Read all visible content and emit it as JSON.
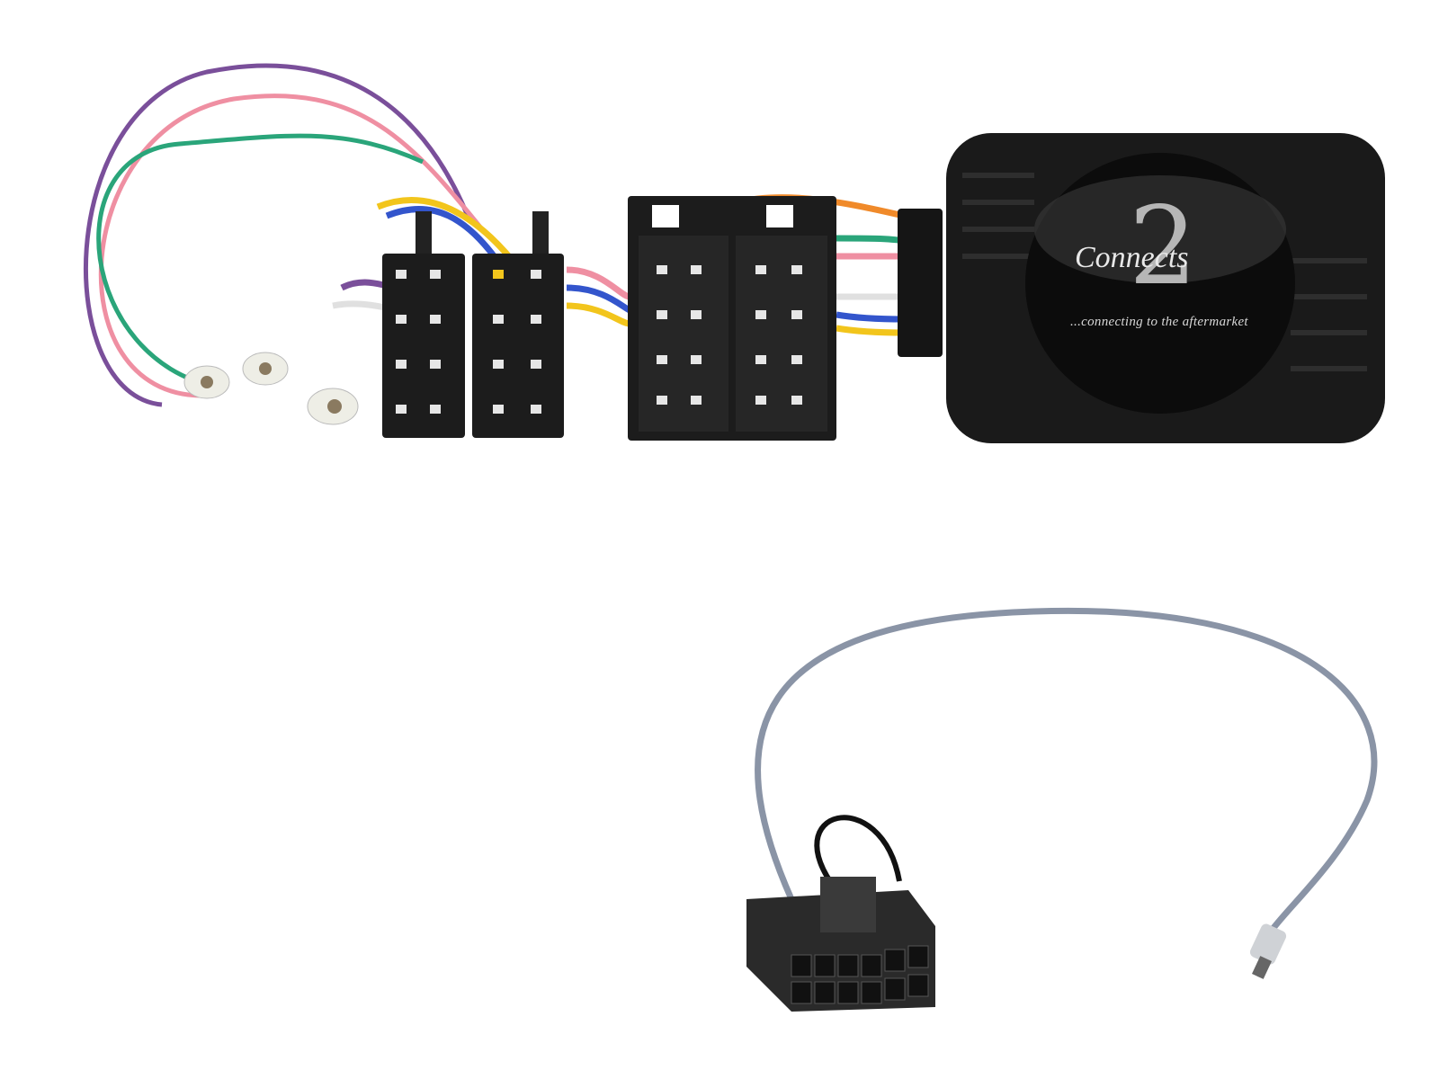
{
  "image": {
    "subject": "Steering wheel control interface harness kit",
    "brand": {
      "logo_text": "Connects",
      "logo_numeral": "2",
      "tagline": "...connecting to the aftermarket"
    },
    "components": [
      {
        "name": "interface-module",
        "color": "#1a1a1a"
      },
      {
        "name": "iso-power-speaker-connectors",
        "color": "#1c1c1c"
      },
      {
        "name": "iso-vehicle-connectors",
        "color": "#1c1c1c"
      },
      {
        "name": "antenna-adapter-plugs",
        "color": "#e8e8e0"
      },
      {
        "name": "patch-lead-12-pin-connector",
        "color": "#2a2a2a"
      },
      {
        "name": "grey-patch-cable",
        "color": "#8a94a6"
      }
    ],
    "wire_colors": [
      "#7a4f9a",
      "#ef8fa2",
      "#2aa57a",
      "#f08a2a",
      "#f2c51c",
      "#3355cc",
      "#e0e0e0",
      "#777777"
    ]
  }
}
